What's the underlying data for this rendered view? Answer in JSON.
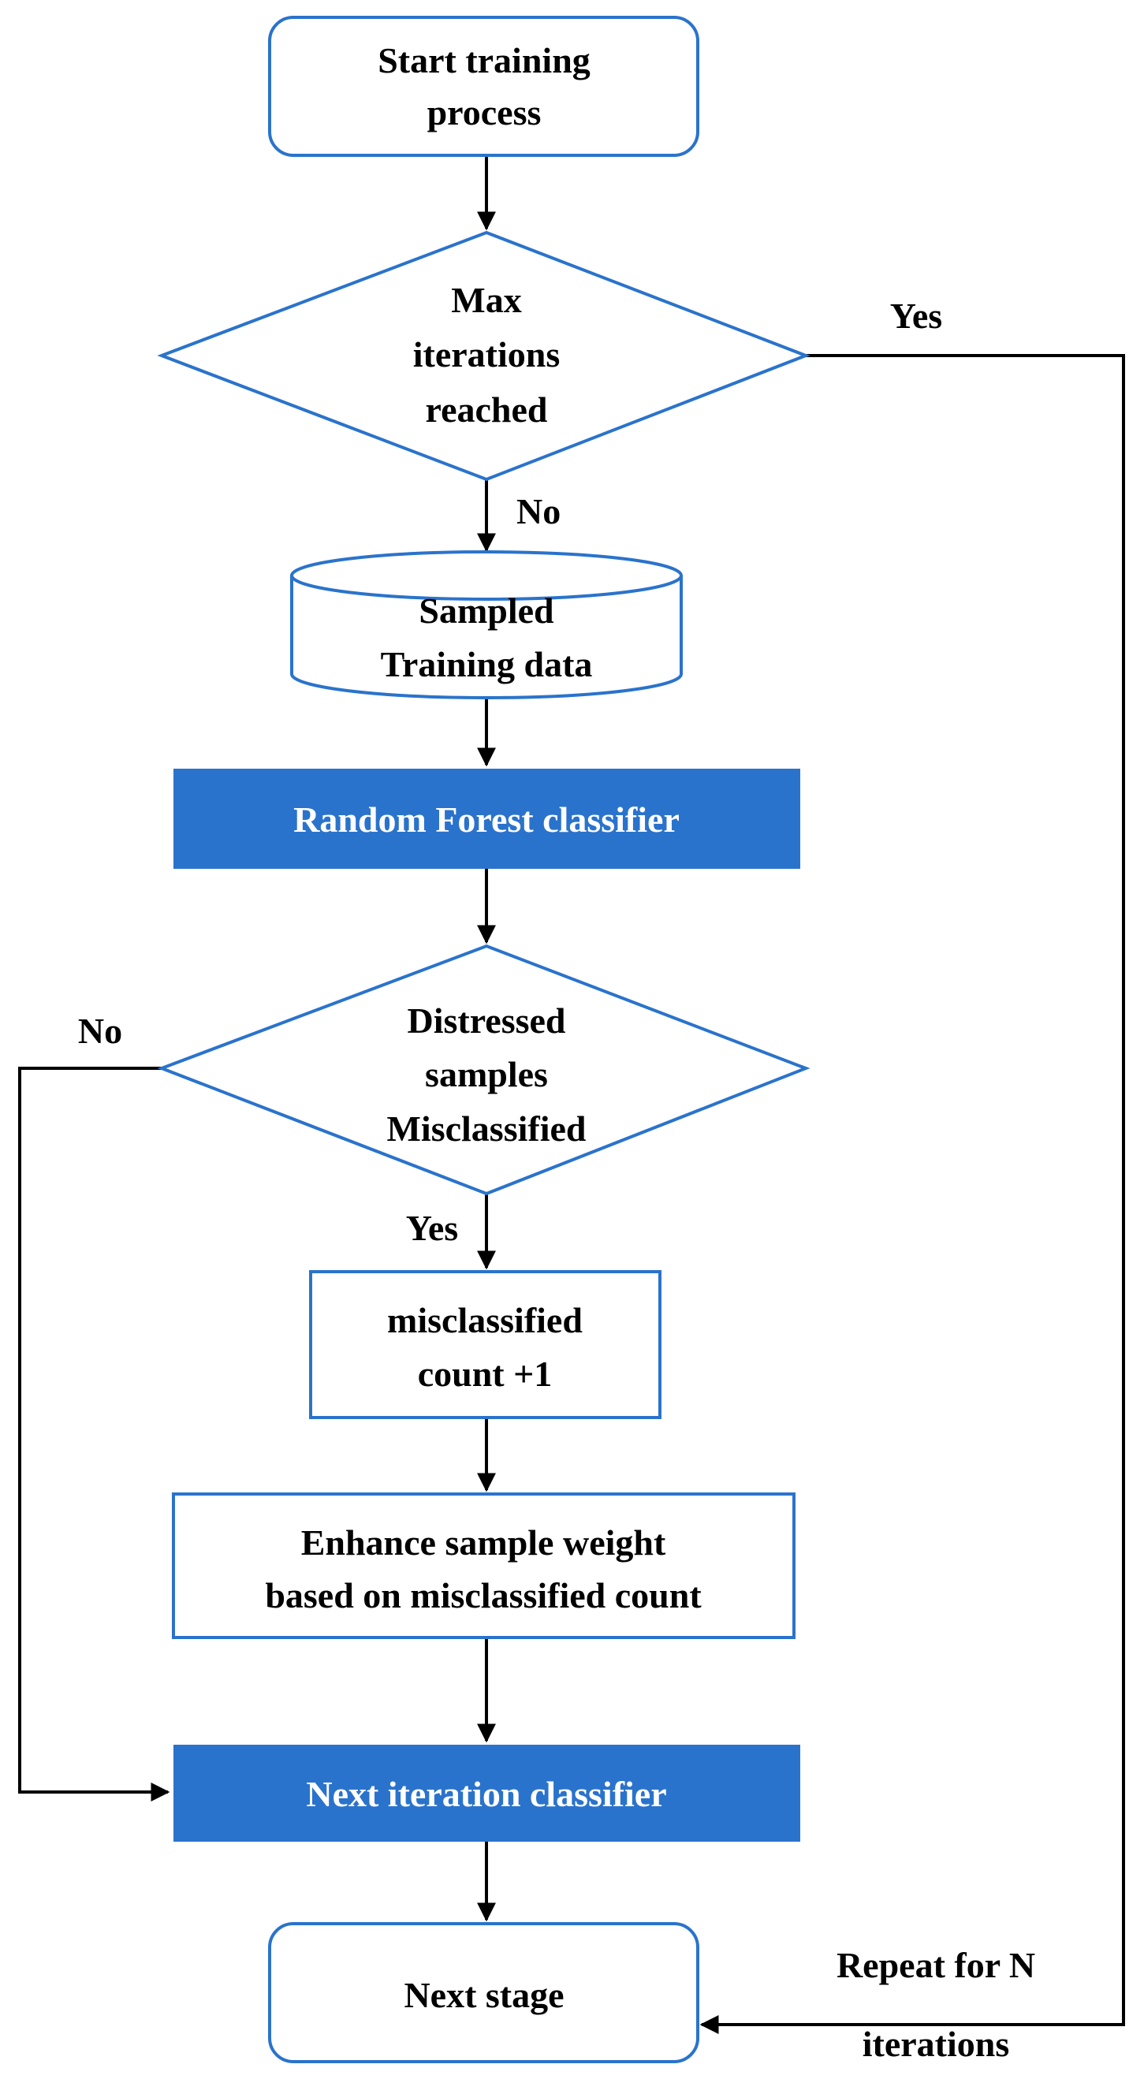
{
  "colors": {
    "node_outline": "#2a73cc",
    "node_fill_accent": "#2a73cc",
    "connector": "#000000",
    "background": "#ffffff"
  },
  "nodes": {
    "start": {
      "line1": "Start training",
      "line2": "process"
    },
    "max_iterations": {
      "line1": "Max",
      "line2": "iterations",
      "line3": "reached"
    },
    "sampled_data": {
      "line1": "Sampled",
      "line2": "Training data"
    },
    "random_forest": {
      "label": "Random Forest classifier"
    },
    "distressed": {
      "line1": "Distressed",
      "line2": "samples",
      "line3": "Misclassified"
    },
    "count": {
      "line1": "misclassified",
      "line2": "count +1"
    },
    "enhance": {
      "line1": "Enhance sample weight",
      "line2": "based on misclassified count"
    },
    "next_iteration": {
      "label": "Next iteration classifier"
    },
    "next_stage": {
      "label": "Next stage"
    }
  },
  "edges": {
    "max_yes": "Yes",
    "max_no": "No",
    "distressed_no": "No",
    "distressed_yes": "Yes",
    "repeat": {
      "line1": "Repeat for N",
      "line2": "iterations"
    }
  }
}
